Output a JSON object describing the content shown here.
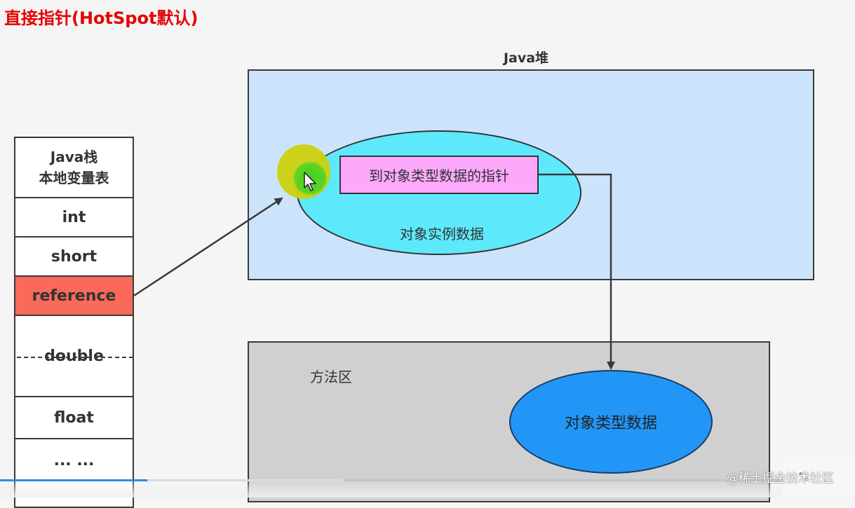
{
  "title": "直接指针(HotSpot默认)",
  "heap": {
    "label": "Java堆",
    "instance_label": "对象实例数据",
    "pointer_label": "到对象类型数据的指针"
  },
  "method_area": {
    "label": "方法区",
    "type_data_label": "对象类型数据"
  },
  "stack": {
    "header_line1": "Java栈",
    "header_line2": "本地变量表",
    "cells": [
      "int",
      "short",
      "reference",
      "double",
      "float",
      "... ..."
    ]
  },
  "watermark": "@稀土掘金技术社区",
  "colors": {
    "title": "#e60000",
    "heap_bg": "#cce4fb",
    "instance_bg": "#5de9fb",
    "pointer_bg": "#fca9fc",
    "method_bg": "#d0d0d0",
    "type_data_bg": "#2196f7",
    "reference_bg": "#f96a5b"
  },
  "icons": [
    "cursor-arrow-icon",
    "expand-icon"
  ]
}
